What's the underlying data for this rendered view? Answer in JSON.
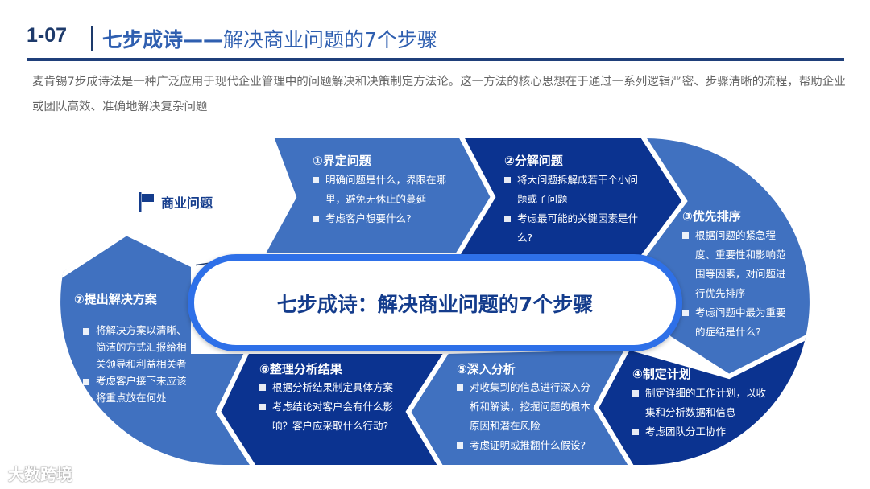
{
  "header": {
    "number": "1-07",
    "title_bold": "七步成诗——",
    "title_rest": "解决商业问题的7个步骤"
  },
  "description": "麦肯锡7步成诗法是一种广泛应用于现代企业管理中的问题解决和决策制定方法论。这一方法的核心思想在于通过一系列逻辑严密、步骤清晰的流程，帮助企业或团队高效、准确地解决复杂问题",
  "colors": {
    "navy": "#143C8C",
    "light_blue": "#4071C0",
    "dark_blue": "#0B3390",
    "pill_border": "#2E6FE8"
  },
  "start": {
    "label": "商业问题",
    "icon": "flag-icon"
  },
  "center_title": "七步成诗：解决商业问题的7个步骤",
  "steps": [
    {
      "title": "①界定问题",
      "bullets": [
        "明确问题是什么，界限在哪里，避免无休止的蔓延",
        "考虑客户想要什么?"
      ]
    },
    {
      "title": "②分解问题",
      "bullets": [
        "将大问题拆解成若干个小问题或子问题",
        "考虑最可能的关键因素是什么?"
      ]
    },
    {
      "title": "③优先排序",
      "bullets": [
        "根据问题的紧急程度、重要性和影响范围等因素，对问题进行优先排序",
        "考虑问题中最为重要的症结是什么?"
      ]
    },
    {
      "title": "④制定计划",
      "bullets": [
        "制定详细的工作计划，以收集和分析数据和信息",
        "考虑团队分工协作"
      ]
    },
    {
      "title": "⑤深入分析",
      "bullets": [
        "对收集到的信息进行深入分析和解读，挖掘问题的根本原因和潜在风险",
        "考虑证明或推翻什么假设?"
      ]
    },
    {
      "title": "⑥整理分析结果",
      "bullets": [
        "根据分析结果制定具体方案",
        "考虑结论对客户会有什么影响？客户应采取什么行动?"
      ]
    },
    {
      "title": "⑦提出解决方案",
      "bullets": [
        "将解决方案以清晰、简洁的方式汇报给相关领导和利益相关者",
        "考虑客户接下来应该将重点放在何处"
      ]
    }
  ],
  "watermark": "大数跨境"
}
